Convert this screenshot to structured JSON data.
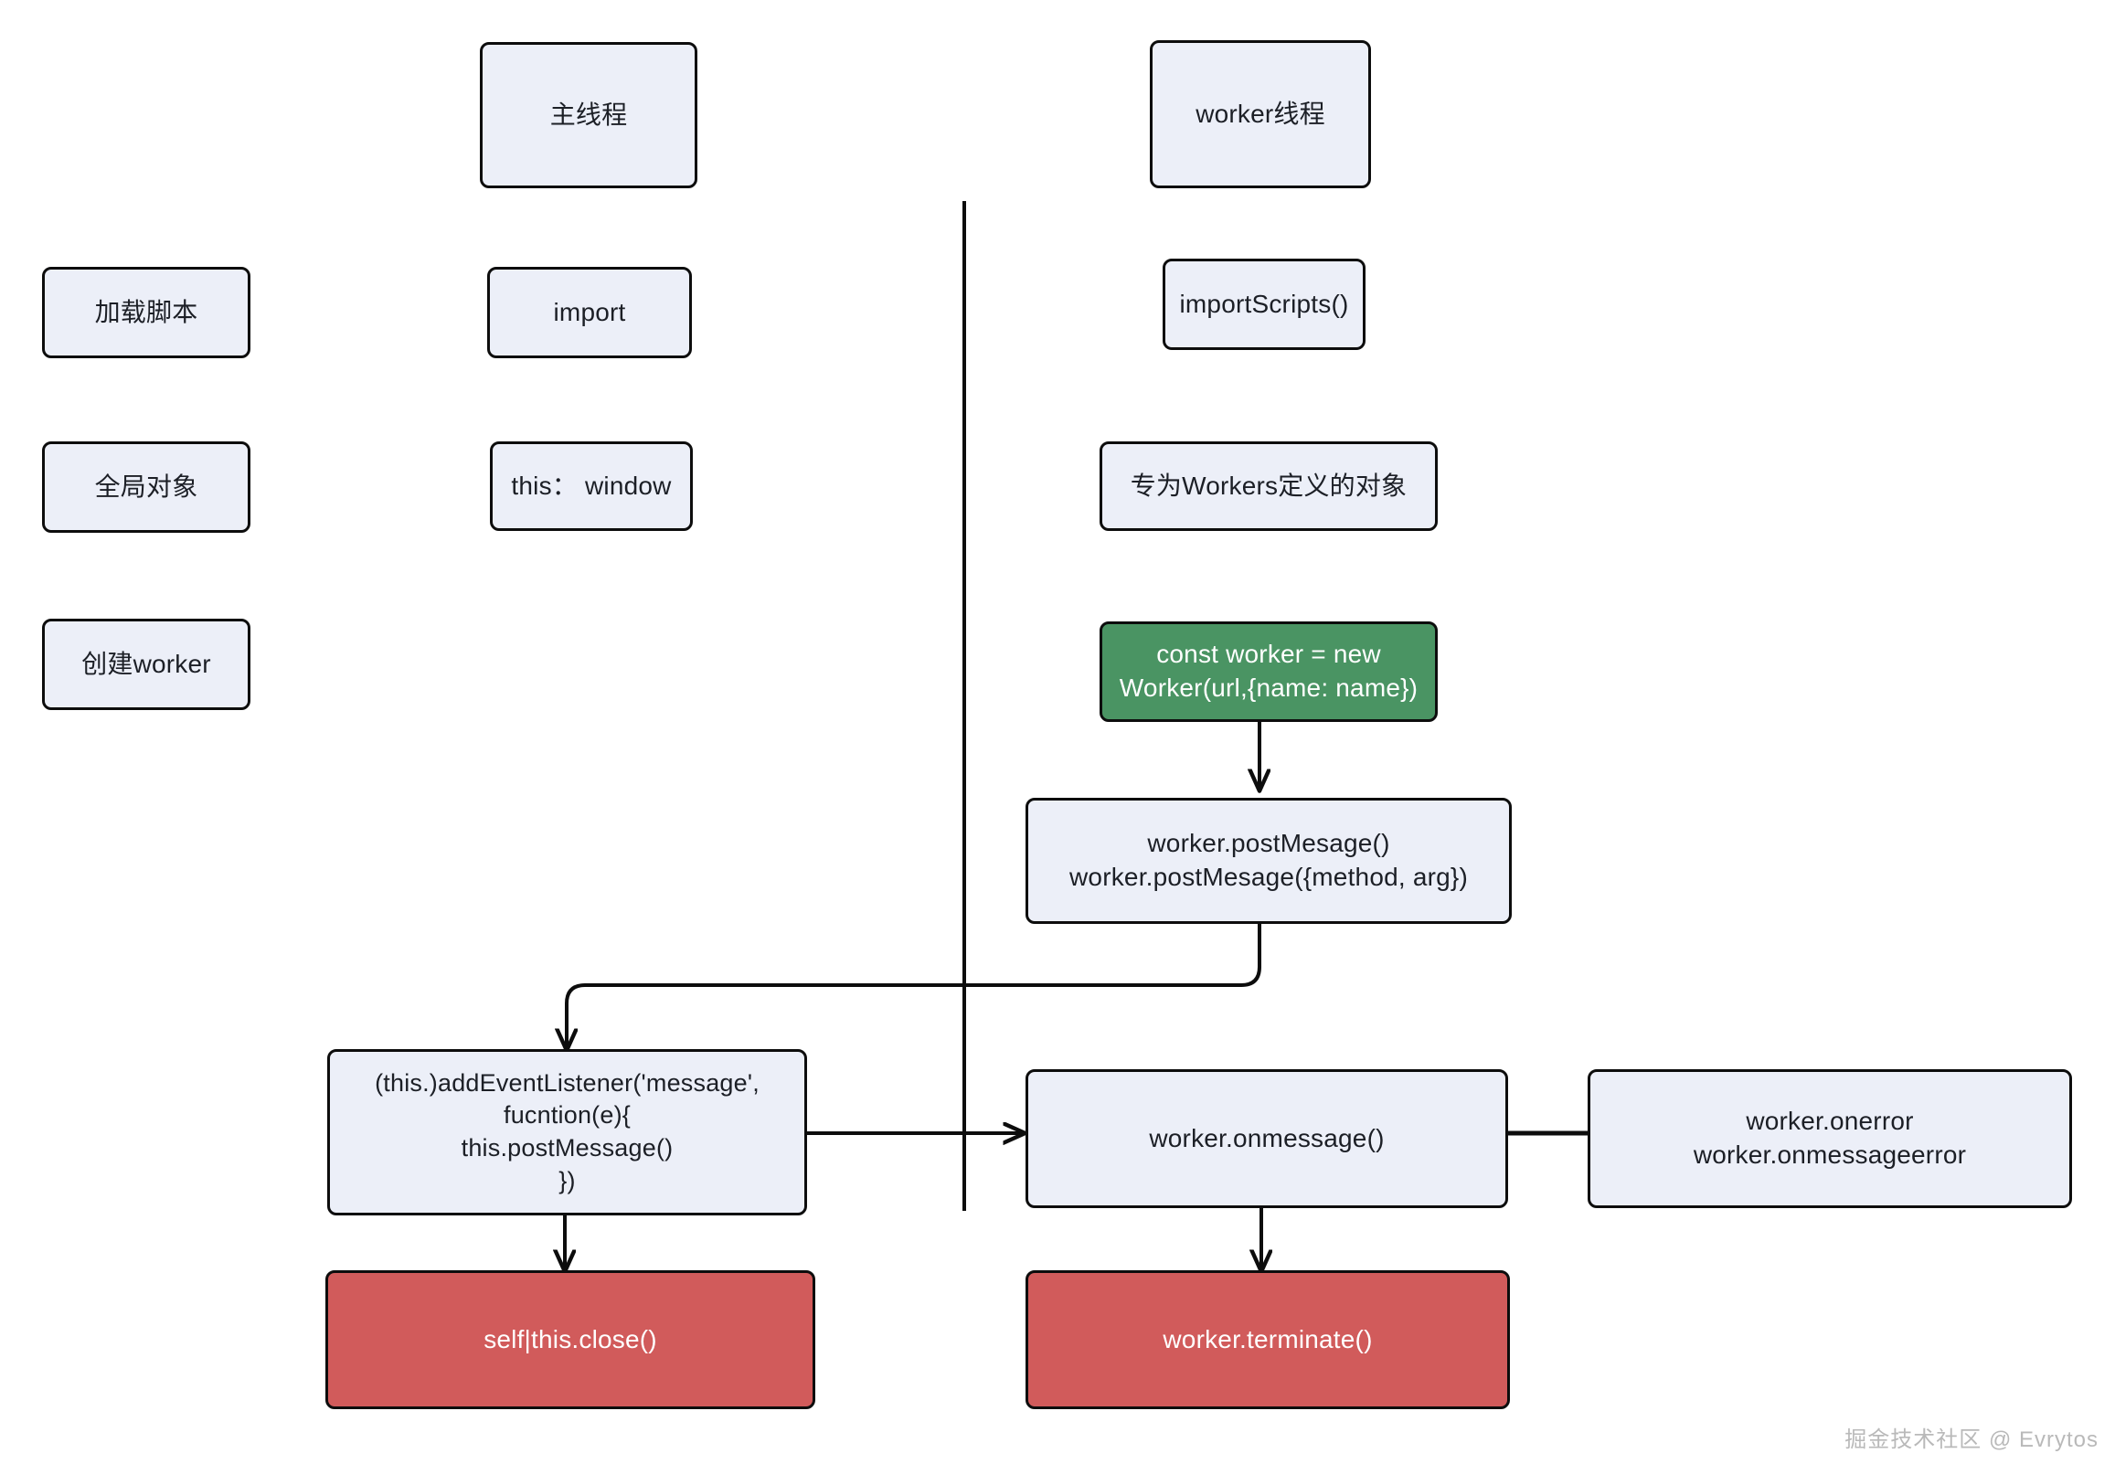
{
  "diagram": {
    "title_main_thread": "主线程",
    "title_worker_thread": "worker线程",
    "divider": "vertical-divider",
    "watermark": "掘金技术社区 @ Evrytos",
    "colors": {
      "node_fill": "#eceff8",
      "node_stroke": "#0d0d0d",
      "green_fill": "#4a9463",
      "red_fill": "#d15b5b",
      "text": "#1c1f26",
      "inverse_text": "#ffffff",
      "background": "#ffffff",
      "watermark": "#b9b9b9"
    },
    "nodes": {
      "main_thread": "主线程",
      "worker_thread": "worker线程",
      "load_script": "加载脚本",
      "import": "import",
      "import_scripts": "importScripts()",
      "global_object": "全局对象",
      "this_window": "this： window",
      "worker_defined_object": "专为Workers定义的对象",
      "create_worker": "创建worker",
      "const_worker": "const worker = new Worker(url,{name: name})",
      "worker_post_message": "worker.postMesage()\nworker.postMesage({method, arg})",
      "add_event_listener": "(this.)addEventListener('message',\nfucntion(e){\nthis.postMessage()\n})",
      "worker_onmessage": "worker.onmessage()",
      "worker_onerror": "worker.onerror\nworker.onmessageerror",
      "self_this_close": "self|this.close()",
      "worker_terminate": "worker.terminate()"
    },
    "edges": [
      {
        "id": "const-worker-to-postmessage",
        "from": "const_worker",
        "to": "worker_post_message",
        "kind": "arrow-down"
      },
      {
        "id": "postmessage-to-addeventlistener",
        "from": "worker_post_message",
        "to": "add_event_listener",
        "kind": "elbow-arrow"
      },
      {
        "id": "addeventlistener-to-onmessage",
        "from": "add_event_listener",
        "to": "worker_onmessage",
        "kind": "arrow-right"
      },
      {
        "id": "onmessage-to-onerror",
        "from": "worker_onmessage",
        "to": "worker_onerror",
        "kind": "line"
      },
      {
        "id": "addeventlistener-to-close",
        "from": "add_event_listener",
        "to": "self_this_close",
        "kind": "arrow-down"
      },
      {
        "id": "onmessage-to-terminate",
        "from": "worker_onmessage",
        "to": "worker_terminate",
        "kind": "arrow-down"
      }
    ]
  }
}
